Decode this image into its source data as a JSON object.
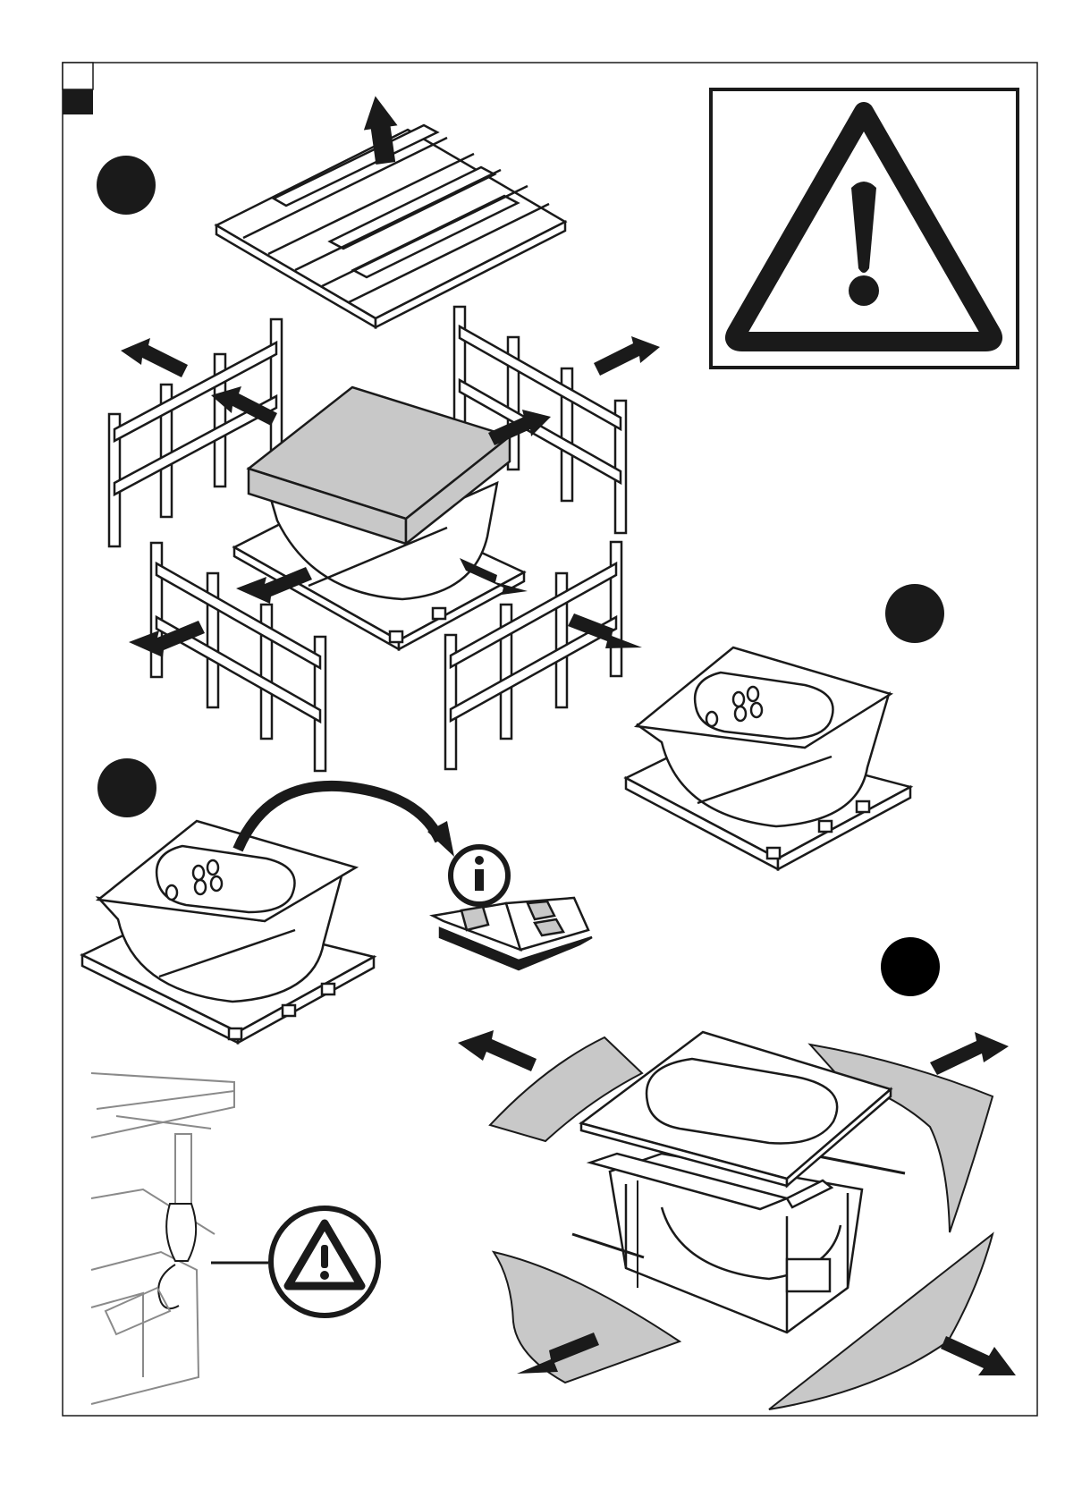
{
  "page": {
    "background": "#ffffff",
    "line_color": "#1a1a1a",
    "panel_fill": "#c8c8c8",
    "marker_fill": "#1a1a1a"
  },
  "steps": [
    {
      "name": "step-marker-1",
      "label": "",
      "fill": "#1a1a1a"
    },
    {
      "name": "step-marker-2",
      "label": "",
      "fill": "#1a1a1a"
    },
    {
      "name": "step-marker-3",
      "label": "",
      "fill": "#1a1a1a"
    },
    {
      "name": "step-marker-4",
      "label": "",
      "fill": "#000000"
    }
  ],
  "icons": {
    "warning_large": "warning-triangle-icon",
    "warning_small": "warning-circle-icon",
    "info": "info-icon",
    "manual": "open-manual-icon"
  }
}
